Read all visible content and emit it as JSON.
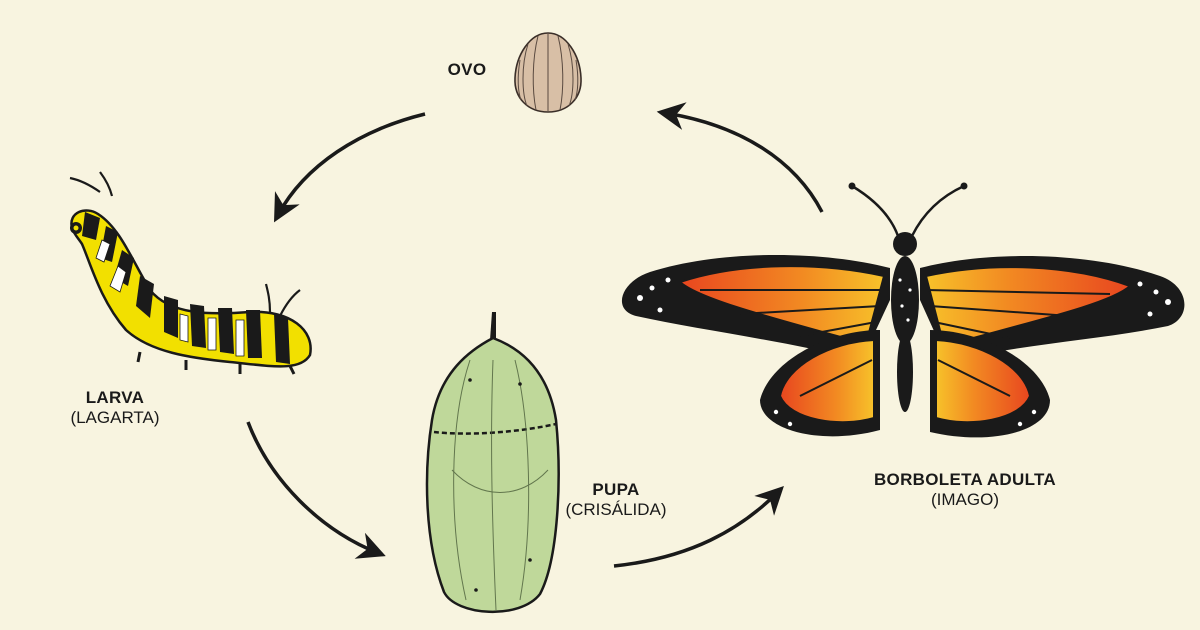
{
  "stages": {
    "egg": {
      "title": "OVO"
    },
    "larva": {
      "title": "LARVA",
      "subtitle": "(LAGARTA)"
    },
    "pupa": {
      "title": "PUPA",
      "subtitle": "(CRISÁLIDA)"
    },
    "adult": {
      "title": "BORBOLETA ADULTA",
      "subtitle": "(IMAGO)"
    }
  },
  "colors": {
    "background": "#f8f4e0",
    "ink": "#1a1a1a",
    "egg": "#d8bfa6",
    "larva_yellow": "#f2e000",
    "pupa_green": "#bfd89a",
    "wing_orange": "#f07a1e",
    "wing_yellow": "#f6c52a",
    "wing_red": "#e2381f"
  }
}
